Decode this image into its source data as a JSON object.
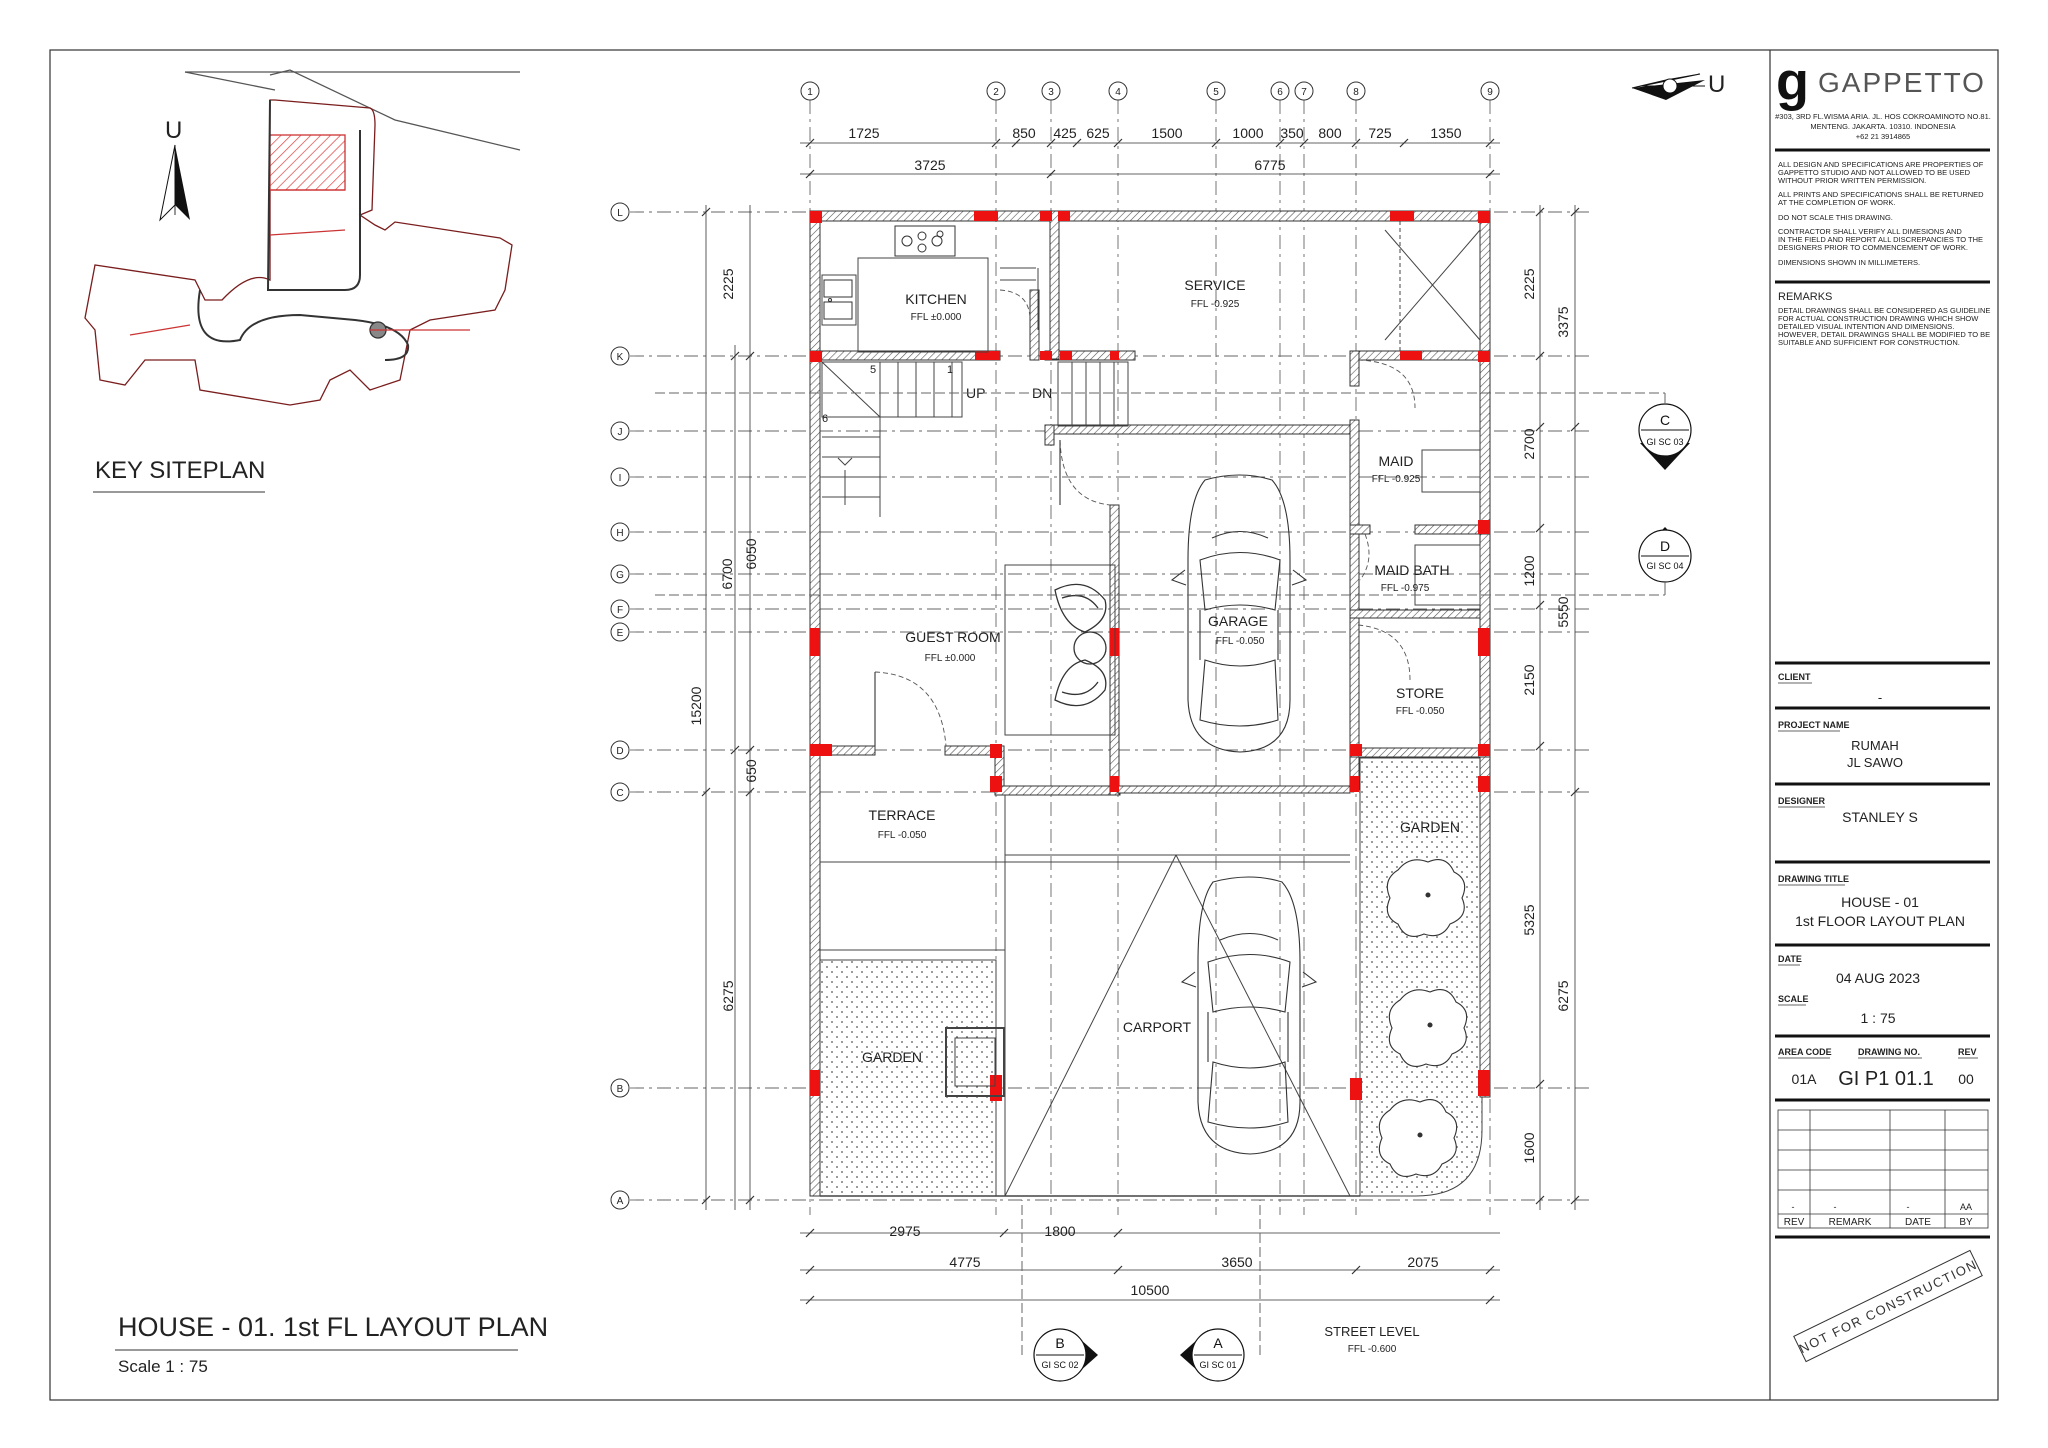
{
  "drawing": {
    "title": "HOUSE - 01.  1st FL LAYOUT PLAN",
    "scale": "Scale  1 : 75",
    "north_label": "U",
    "key_siteplan": "KEY SITEPLAN",
    "street_level": "STREET LEVEL",
    "street_ffl": "FFL -0.600"
  },
  "grid": {
    "cols": [
      "1",
      "2",
      "3",
      "4",
      "5",
      "6",
      "7",
      "8",
      "9"
    ],
    "rows": [
      "L",
      "K",
      "J",
      "I",
      "H",
      "G",
      "F",
      "E",
      "D",
      "C",
      "B",
      "A"
    ]
  },
  "dimensions": {
    "top_row1": [
      "1725",
      "850",
      "425",
      "625",
      "1500",
      "1000",
      "350",
      "800",
      "725",
      "1350"
    ],
    "top_row2": [
      "3725",
      "6775"
    ],
    "bottom_row1": [
      "2975",
      "1800"
    ],
    "bottom_row2": [
      "4775",
      "3650",
      "2075"
    ],
    "bottom_total": "10500",
    "left_inner": [
      "2225",
      "6050",
      "650",
      "6275"
    ],
    "left_mid": "6700",
    "left_total": "15200",
    "right_inner": [
      "2225",
      "2700",
      "1200",
      "2150",
      "5325",
      "1600"
    ],
    "right_outer": [
      "3375",
      "5550",
      "6275"
    ]
  },
  "rooms": [
    {
      "name": "KITCHEN",
      "ffl": "FFL ±0.000"
    },
    {
      "name": "SERVICE",
      "ffl": "FFL -0.925"
    },
    {
      "name": "MAID",
      "ffl": "FFL -0.925"
    },
    {
      "name": "MAID BATH",
      "ffl": "FFL -0.975"
    },
    {
      "name": "GUEST ROOM",
      "ffl": "FFL ±0.000"
    },
    {
      "name": "GARAGE",
      "ffl": "FFL -0.050"
    },
    {
      "name": "STORE",
      "ffl": "FFL -0.050"
    },
    {
      "name": "TERRACE",
      "ffl": "FFL -0.050"
    },
    {
      "name": "GARDEN",
      "ffl": ""
    },
    {
      "name": "CARPORT",
      "ffl": ""
    },
    {
      "name": "GARDEN",
      "ffl": ""
    }
  ],
  "stairs": {
    "up": "UP",
    "dn": "DN",
    "n1": "1",
    "n5": "5",
    "n6": "6"
  },
  "sections": [
    {
      "letter": "A",
      "ref": "GI SC 01"
    },
    {
      "letter": "B",
      "ref": "GI SC 02"
    },
    {
      "letter": "C",
      "ref": "GI SC 03"
    },
    {
      "letter": "D",
      "ref": "GI SC 04"
    }
  ],
  "titleblock": {
    "brand": "GAPPETTO",
    "address_lines": [
      "#303, 3RD FL.WISMA ARIA. JL. HOS COKROAMINOTO NO.81.",
      "MENTENG. JAKARTA. 10310. INDONESIA",
      "+62 21 3914865"
    ],
    "notes": [
      "ALL DESIGN AND SPECIFICATIONS ARE PROPERTIES OF",
      "GAPPETTO STUDIO AND NOT ALLOWED TO BE USED",
      "WITHOUT PRIOR WRITTEN PERMISSION.",
      "ALL PRINTS AND SPECIFICATIONS SHALL BE RETURNED",
      "AT THE COMPLETION OF WORK.",
      "DO NOT SCALE THIS DRAWING.",
      "CONTRACTOR SHALL VERIFY ALL DIMESIONS AND",
      "IN THE FIELD AND REPORT ALL DISCREPANCIES TO THE",
      "DESIGNERS PRIOR TO COMMENCEMENT OF WORK.",
      "DIMENSIONS SHOWN IN MILLIMETERS."
    ],
    "remarks_label": "REMARKS",
    "remarks": [
      "DETAIL DRAWINGS SHALL BE CONSIDERED AS GUIDELINE",
      "FOR ACTUAL CONSTRUCTION DRAWING WHICH SHOW",
      "DETAILED VISUAL INTENTION AND DIMENSIONS.",
      "HOWEVER, DETAIL DRAWINGS SHALL BE MODIFIED TO BE",
      "SUITABLE AND SUFFICIENT FOR CONSTRUCTION."
    ],
    "client_label": "CLIENT",
    "client": "-",
    "project_label": "PROJECT NAME",
    "project_lines": [
      "RUMAH",
      "JL SAWO"
    ],
    "designer_label": "DESIGNER",
    "designer": "STANLEY S",
    "drawing_title_label": "DRAWING TITLE",
    "drawing_title_lines": [
      "HOUSE - 01",
      "1st FLOOR LAYOUT PLAN"
    ],
    "date_label": "DATE",
    "date": "04 AUG 2023",
    "scale_label": "SCALE",
    "scale": "1 : 75",
    "area_code_label": "AREA CODE",
    "area_code": "01A",
    "drawing_no_label": "DRAWING NO.",
    "drawing_no": "GI P1 01.1",
    "rev_label": "REV",
    "rev": "00",
    "rev_table_headers": [
      "REV",
      "REMARK",
      "DATE",
      "BY"
    ],
    "rev_table_marks": [
      "-",
      "-",
      "-",
      "AA"
    ],
    "stamp": "NOT FOR CONSTRUCTION"
  }
}
